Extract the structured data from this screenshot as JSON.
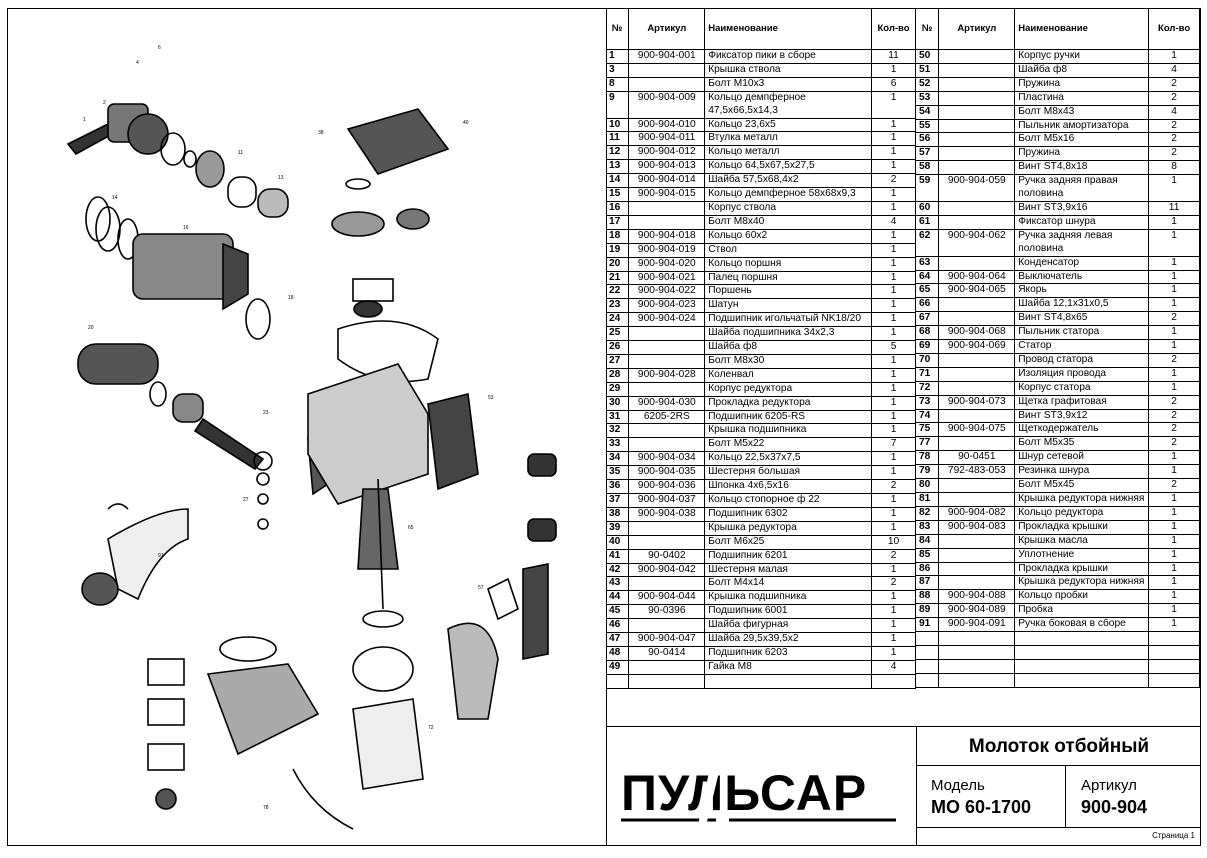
{
  "headers": {
    "num": "№",
    "art": "Артикул",
    "name": "Наименование",
    "qty": "Кол-во"
  },
  "left_rows": [
    {
      "n": "1",
      "a": "900-904-001",
      "t": "Фиксатор пики в сборе",
      "q": "11"
    },
    {
      "n": "3",
      "a": "",
      "t": "Крышка ствола",
      "q": "1"
    },
    {
      "n": "8",
      "a": "",
      "t": "Болт М10х3",
      "q": "6"
    },
    {
      "n": "9",
      "a": "900-904-009",
      "t": "Кольцо демпферное",
      "q": "1",
      "t2": "47,5х66,5х14,3"
    },
    {
      "n": "10",
      "a": "900-904-010",
      "t": "Кольцо 23,6х5",
      "q": "1"
    },
    {
      "n": "11",
      "a": "900-904-011",
      "t": "Втулка металл",
      "q": "1"
    },
    {
      "n": "12",
      "a": "900-904-012",
      "t": "Кольцо металл",
      "q": "1"
    },
    {
      "n": "13",
      "a": "900-904-013",
      "t": "Кольцо 64,5х67,5х27,5",
      "q": "1"
    },
    {
      "n": "14",
      "a": "900-904-014",
      "t": "Шайба 57,5х68,4х2",
      "q": "2"
    },
    {
      "n": "15",
      "a": "900-904-015",
      "t": "Кольцо демпферное 58х68х9,3",
      "q": "1"
    },
    {
      "n": "16",
      "a": "",
      "t": "Корпус ствола",
      "q": "1"
    },
    {
      "n": "17",
      "a": "",
      "t": "Болт М8х40",
      "q": "4"
    },
    {
      "n": "18",
      "a": "900-904-018",
      "t": "Кольцо 60х2",
      "q": "1"
    },
    {
      "n": "19",
      "a": "900-904-019",
      "t": "Ствол",
      "q": "1"
    },
    {
      "n": "20",
      "a": "900-904-020",
      "t": "Кольцо поршня",
      "q": "1"
    },
    {
      "n": "21",
      "a": "900-904-021",
      "t": "Палец поршня",
      "q": "1"
    },
    {
      "n": "22",
      "a": "900-904-022",
      "t": "Поршень",
      "q": "1"
    },
    {
      "n": "23",
      "a": "900-904-023",
      "t": "Шатун",
      "q": "1"
    },
    {
      "n": "24",
      "a": "900-904-024",
      "t": "Подшипник игольчатый NK18/20",
      "q": "1"
    },
    {
      "n": "25",
      "a": "",
      "t": "Шайба подшипника 34х2,3",
      "q": "1"
    },
    {
      "n": "26",
      "a": "",
      "t": "Шайба ф8",
      "q": "5"
    },
    {
      "n": "27",
      "a": "",
      "t": "Болт М8х30",
      "q": "1"
    },
    {
      "n": "28",
      "a": "900-904-028",
      "t": "Коленвал",
      "q": "1"
    },
    {
      "n": "29",
      "a": "",
      "t": "Корпус редуктора",
      "q": "1"
    },
    {
      "n": "30",
      "a": "900-904-030",
      "t": "Прокладка редуктора",
      "q": "1"
    },
    {
      "n": "31",
      "a": "6205-2RS",
      "t": "Подшипник 6205-RS",
      "q": "1"
    },
    {
      "n": "32",
      "a": "",
      "t": "Крышка подшипника",
      "q": "1"
    },
    {
      "n": "33",
      "a": "",
      "t": "Болт М5х22",
      "q": "7"
    },
    {
      "n": "34",
      "a": "900-904-034",
      "t": "Кольцо 22,5х37х7,5",
      "q": "1"
    },
    {
      "n": "35",
      "a": "900-904-035",
      "t": "Шестерня большая",
      "q": "1"
    },
    {
      "n": "36",
      "a": "900-904-036",
      "t": "Шпонка 4х6,5х16",
      "q": "2"
    },
    {
      "n": "37",
      "a": "900-904-037",
      "t": "Кольцо стопорное ф 22",
      "q": "1"
    },
    {
      "n": "38",
      "a": "900-904-038",
      "t": "Подшипник 6302",
      "q": "1"
    },
    {
      "n": "39",
      "a": "",
      "t": "Крышка редуктора",
      "q": "1"
    },
    {
      "n": "40",
      "a": "",
      "t": "Болт М6х25",
      "q": "10"
    },
    {
      "n": "41",
      "a": "90-0402",
      "t": "Подшипник 6201",
      "q": "2"
    },
    {
      "n": "42",
      "a": "900-904-042",
      "t": "Шестерня малая",
      "q": "1"
    },
    {
      "n": "43",
      "a": "",
      "t": "Болт М4х14",
      "q": "2"
    },
    {
      "n": "44",
      "a": "900-904-044",
      "t": "Крышка подшипника",
      "q": "1"
    },
    {
      "n": "45",
      "a": "90-0396",
      "t": "Подшипник 6001",
      "q": "1"
    },
    {
      "n": "46",
      "a": "",
      "t": "Шайба фигурная",
      "q": "1"
    },
    {
      "n": "47",
      "a": "900-904-047",
      "t": "Шайба 29,5х39,5х2",
      "q": "1"
    },
    {
      "n": "48",
      "a": "90-0414",
      "t": "Подшипник 6203",
      "q": "1"
    },
    {
      "n": "49",
      "a": "",
      "t": "Гайка М8",
      "q": "4"
    }
  ],
  "right_rows": [
    {
      "n": "50",
      "a": "",
      "t": "Корпус ручки",
      "q": "1"
    },
    {
      "n": "51",
      "a": "",
      "t": "Шайба ф8",
      "q": "4"
    },
    {
      "n": "52",
      "a": "",
      "t": "Пружина",
      "q": "2"
    },
    {
      "n": "53",
      "a": "",
      "t": "Пластина",
      "q": "2"
    },
    {
      "n": "54",
      "a": "",
      "t": "Болт М8х43",
      "q": "4"
    },
    {
      "n": "55",
      "a": "",
      "t": "Пыльник амортизатора",
      "q": "2"
    },
    {
      "n": "56",
      "a": "",
      "t": "Болт М5х16",
      "q": "2"
    },
    {
      "n": "57",
      "a": "",
      "t": "Пружина",
      "q": "2"
    },
    {
      "n": "58",
      "a": "",
      "t": "Винт ST4,8х18",
      "q": "8"
    },
    {
      "n": "59",
      "a": "900-904-059",
      "t": "Ручка задняя правая",
      "q": "1",
      "t2": "половина"
    },
    {
      "n": "60",
      "a": "",
      "t": "Винт ST3,9х16",
      "q": "11"
    },
    {
      "n": "61",
      "a": "",
      "t": "Фиксатор шнура",
      "q": "1"
    },
    {
      "n": "62",
      "a": "900-904-062",
      "t": "Ручка задняя левая",
      "q": "1",
      "t2": "половина"
    },
    {
      "n": "63",
      "a": "",
      "t": "Конденсатор",
      "q": "1"
    },
    {
      "n": "64",
      "a": "900-904-064",
      "t": "Выключатель",
      "q": "1"
    },
    {
      "n": "65",
      "a": "900-904-065",
      "t": "Якорь",
      "q": "1"
    },
    {
      "n": "66",
      "a": "",
      "t": "Шайба 12,1х31х0,5",
      "q": "1"
    },
    {
      "n": "67",
      "a": "",
      "t": "Винт ST4,8х65",
      "q": "2"
    },
    {
      "n": "68",
      "a": "900-904-068",
      "t": "Пыльник статора",
      "q": "1"
    },
    {
      "n": "69",
      "a": "900-904-069",
      "t": "Статор",
      "q": "1"
    },
    {
      "n": "70",
      "a": "",
      "t": "Провод статора",
      "q": "2"
    },
    {
      "n": "71",
      "a": "",
      "t": "Изоляция провода",
      "q": "1"
    },
    {
      "n": "72",
      "a": "",
      "t": "Корпус статора",
      "q": "1"
    },
    {
      "n": "73",
      "a": "900-904-073",
      "t": "Щетка графитовая",
      "q": "2"
    },
    {
      "n": "74",
      "a": "",
      "t": "Винт ST3,9х12",
      "q": "2"
    },
    {
      "n": "75",
      "a": "900-904-075",
      "t": "Щеткодержатель",
      "q": "2"
    },
    {
      "n": "77",
      "a": "",
      "t": "Болт М5х35",
      "q": "2"
    },
    {
      "n": "78",
      "a": "90-0451",
      "t": "Шнур сетевой",
      "q": "1"
    },
    {
      "n": "79",
      "a": "792-483-053",
      "t": "Резинка шнура",
      "q": "1"
    },
    {
      "n": "80",
      "a": "",
      "t": "Болт М5х45",
      "q": "2"
    },
    {
      "n": "81",
      "a": "",
      "t": "Крышка редуктора нижняя",
      "q": "1"
    },
    {
      "n": "82",
      "a": "900-904-082",
      "t": "Кольцо редуктора",
      "q": "1"
    },
    {
      "n": "83",
      "a": "900-904-083",
      "t": "Прокладка крышки",
      "q": "1"
    },
    {
      "n": "84",
      "a": "",
      "t": "Крышка  масла",
      "q": "1"
    },
    {
      "n": "85",
      "a": "",
      "t": "Уплотнение",
      "q": "1"
    },
    {
      "n": "86",
      "a": "",
      "t": "Прокладка крышки",
      "q": "1"
    },
    {
      "n": "87",
      "a": "",
      "t": "Крышка редуктора нижняя",
      "q": "1"
    },
    {
      "n": "88",
      "a": "900-904-088",
      "t": "Кольцо пробки",
      "q": "1"
    },
    {
      "n": "89",
      "a": "900-904-089",
      "t": "Пробка",
      "q": "1"
    },
    {
      "n": "91",
      "a": "900-904-091",
      "t": "Ручка боковая в сборе",
      "q": "1"
    }
  ],
  "title_block": {
    "logo": "ПУЛЬСАР",
    "product": "Молоток отбойный",
    "model_label": "Модель",
    "model_value": "МО 60-1700",
    "article_label": "Артикул",
    "article_value": "900-904",
    "page": "Страница 1"
  }
}
